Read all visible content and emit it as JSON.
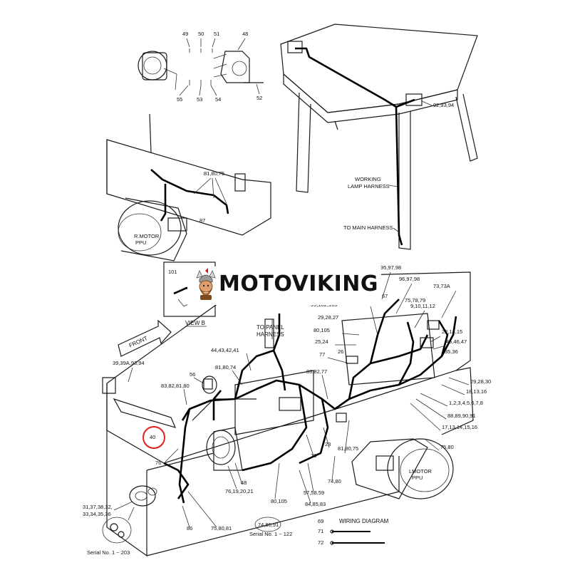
{
  "brand": {
    "logo_text": "MOTOVIKING",
    "circle_color": "#e02020"
  },
  "labels": {
    "p49": "49",
    "p50": "50",
    "p51": "51",
    "p48": "48",
    "p55": "55",
    "p53": "53",
    "p54": "54",
    "p52": "52",
    "p929394": "92,93,94",
    "working_lamp_1": "WORKING",
    "working_lamp_2": "LAMP HARNESS",
    "to_main_harness": "TO MAIN HARNESS",
    "p818075a": "81,80,75",
    "p87": "87",
    "rmotor_1": "R.MOTOR",
    "rmotor_2": "PPU",
    "p101": "101",
    "view_b": "VIEW  B",
    "front": "FRONT",
    "to_panel_1": "TO PANEL",
    "to_panel_2": "HARNESS",
    "p959798": "95,97,98",
    "p969798": "96,97,98",
    "p7373a": "73,73A",
    "p67": "67",
    "p757879": "75,78,79",
    "p9101112": "9,10,11,12",
    "p99102103": "99,102,103",
    "p292827": "29,28,27",
    "p80105a": "80,105",
    "p2524": "25,24",
    "p77": "77",
    "p26": "26",
    "p221415": "22,14,15",
    "p454647": "45,46,47",
    "p3536": "35,36",
    "p444342": "44,43,42,41",
    "p818074": "81,80,74",
    "p3939a": "39,39A,93,94",
    "p838281": "83,82,81,80",
    "p56": "56",
    "p838277": "83,82,77",
    "p292830": "29,28,30",
    "p181316": "18,13,16",
    "p12345678": "1,2,3,4,5,6,7,8",
    "p88899091": "88,89,90,91",
    "p1713": "17,13,14,15,16",
    "p7580": "75,80",
    "p40": "40",
    "p23": "23",
    "p818075b": "81,80,75",
    "p70": "70",
    "p76": "76",
    "p48b": "48",
    "p7619": "76,19,20,21",
    "p7480a": "74,80",
    "p575859": "57,58,59",
    "p848583": "84,85,83",
    "lmotor_1": "LMOTOR",
    "lmotor_2": "PPU",
    "p80105b": "80,105",
    "p313732": "31,37,38,32,",
    "p333435": "33,34,35,36",
    "p86": "86",
    "p758081": "75,80,81",
    "p748091": "74,80,91",
    "serial_122": "Serial No. 1 ~ 122",
    "serial_203": "Serial No. 1 ~ 203",
    "p69": "69",
    "wiring_diagram": "WIRING DIAGRAM",
    "p71": "71",
    "p72": "72"
  }
}
